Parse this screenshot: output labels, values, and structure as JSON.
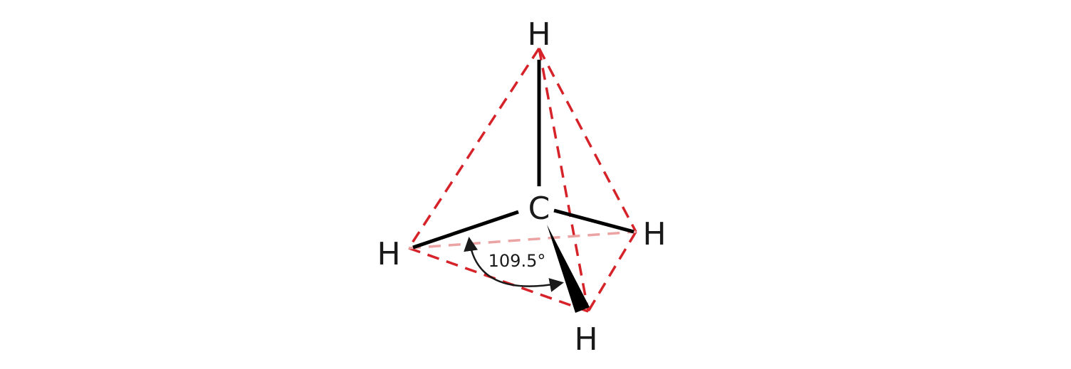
{
  "molecule": {
    "center_atom": "C",
    "atoms": [
      {
        "id": "h_top",
        "symbol": "H"
      },
      {
        "id": "h_left",
        "symbol": "H"
      },
      {
        "id": "h_right",
        "symbol": "H"
      },
      {
        "id": "h_front",
        "symbol": "H"
      }
    ],
    "bond_angle_label": "109.5°"
  },
  "colors": {
    "bond": "#000000",
    "tetrahedron_edge": "#d6232a",
    "tetrahedron_hidden_edge": "#eba3a4",
    "text": "#1a1a1a",
    "angle_arrow": "#1a1a1a"
  }
}
